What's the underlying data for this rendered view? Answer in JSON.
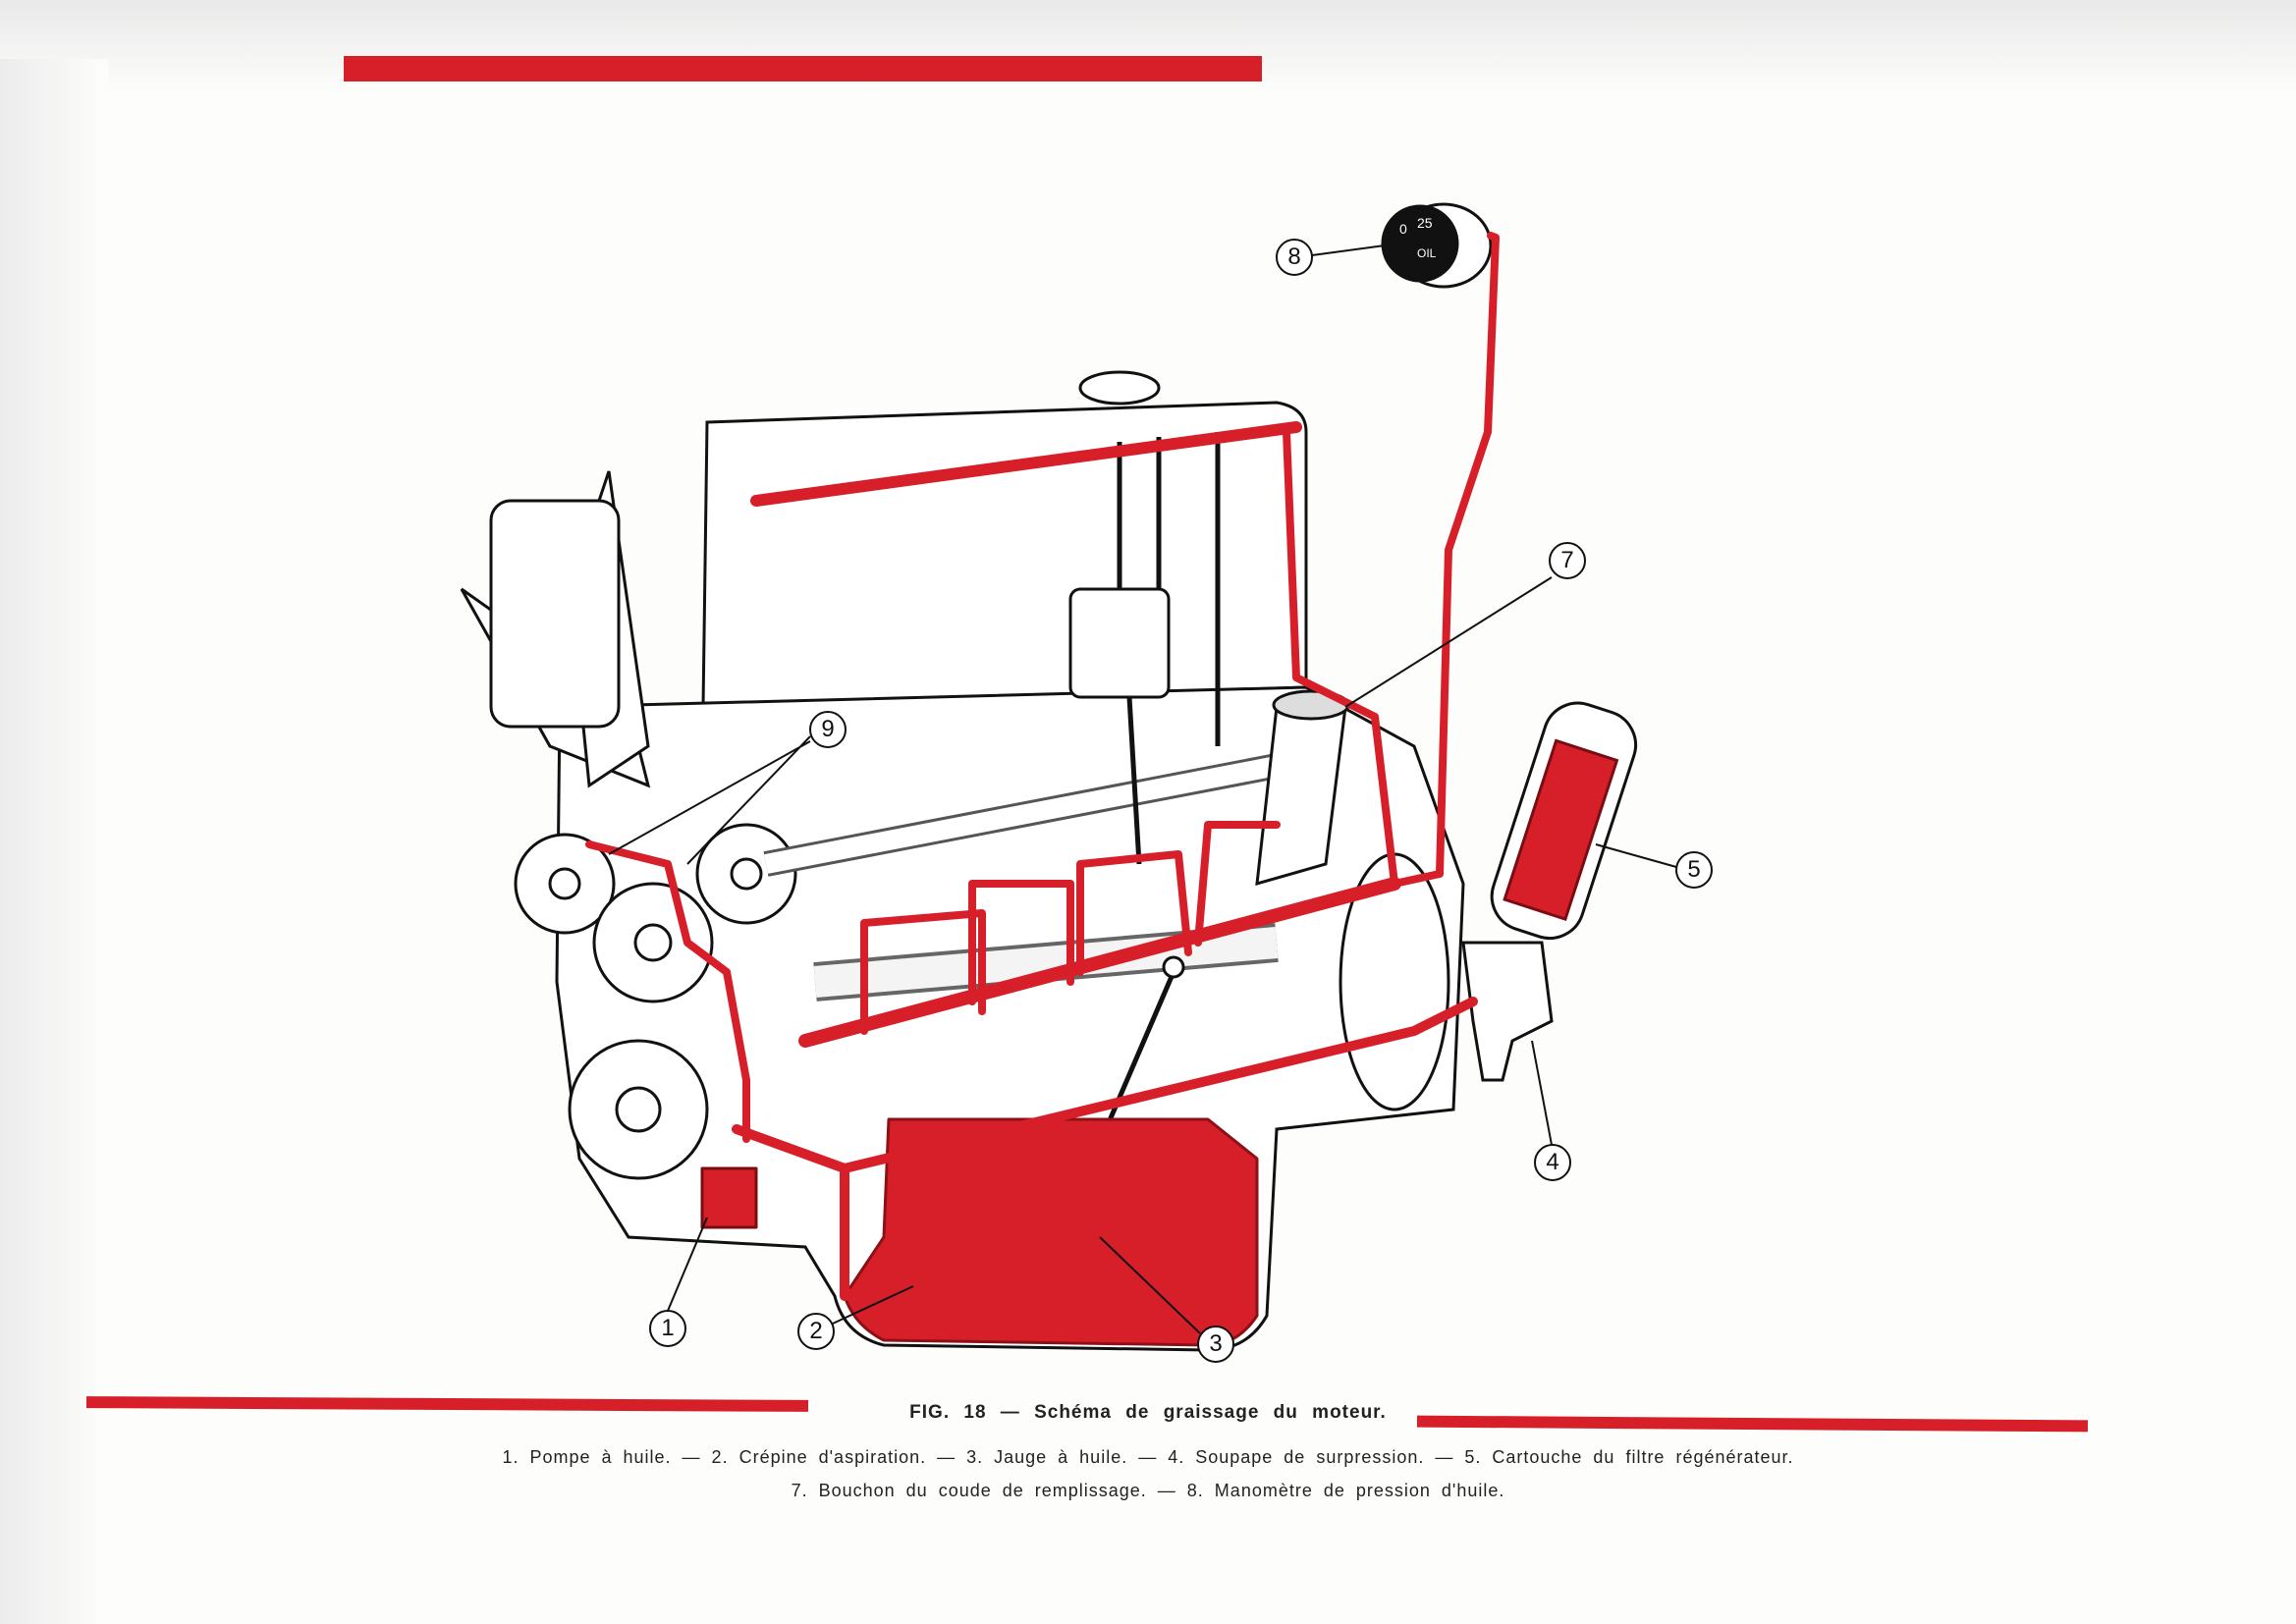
{
  "figure": {
    "caption": "FIG. 18 — Schéma de graissage du moteur.",
    "legend_line_1": "1. Pompe à huile. — 2. Crépine d'aspiration. — 3. Jauge à huile. — 4. Soupape de surpression. — 5. Cartouche du filtre régénérateur.",
    "legend_line_2": "7. Bouchon du coude de remplissage. — 8. Manomètre de pression d'huile."
  },
  "callouts": {
    "c1": "1",
    "c2": "2",
    "c3": "3",
    "c4": "4",
    "c5": "5",
    "c7": "7",
    "c8": "8",
    "c9": "9"
  },
  "gauge": {
    "low": "0",
    "high": "25",
    "label": "OIL"
  },
  "colors": {
    "oil_red": "#d71f2a",
    "ink": "#111111",
    "paper": "#fdfdfc"
  }
}
